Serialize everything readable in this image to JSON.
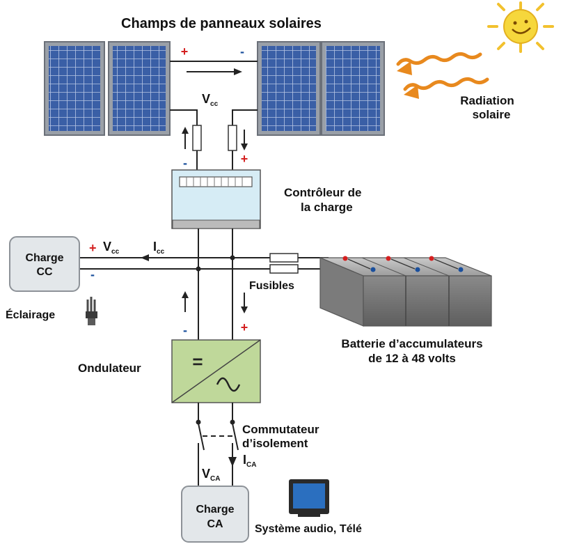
{
  "title": "Champs de panneaux solaires",
  "sun": {
    "label_line1": "Radiation",
    "label_line2": "solaire"
  },
  "controller": {
    "label_line1": "Contrôleur de",
    "label_line2": "la charge"
  },
  "dc_load": {
    "label_line1": "Charge",
    "label_line2": "CC",
    "lighting": "Éclairage"
  },
  "fuses": "Fusibles",
  "battery": {
    "label_line1": "Batterie d’accumulateurs",
    "label_line2": "de 12 à 48 volts"
  },
  "inverter": {
    "label": "Ondulateur",
    "symbol": "="
  },
  "switch": {
    "label_line1": "Commutateur",
    "label_line2": "d’isolement"
  },
  "ac_load": {
    "label_line1": "Charge",
    "label_line2": "CA",
    "devices": "Système audio, Télé"
  },
  "signs": {
    "plus": "+",
    "minus": "-"
  },
  "quantities": {
    "vcc_main": "V",
    "vcc_sub": "cc",
    "icc_main": "I",
    "icc_sub": "cc",
    "vca_main": "V",
    "vca_sub": "CA",
    "ica_main": "I",
    "ica_sub": "CA"
  },
  "colors": {
    "panel": "#3c5e9c",
    "panel_frame": "#8a8f98",
    "sun": "#f6d73c",
    "radiation": "#e8891e",
    "controller": "#d6ecf5",
    "inverter": "#bfd89a",
    "battery": "#8c8c8c",
    "plus": "#d42020",
    "minus": "#1a4f9c"
  }
}
